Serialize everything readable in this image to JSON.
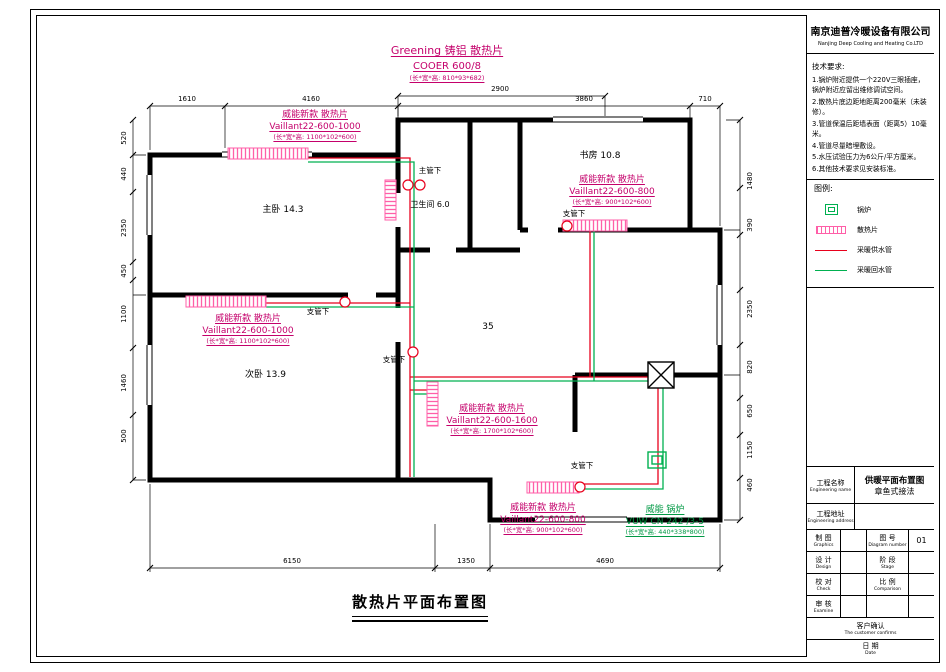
{
  "colors": {
    "radiator_label": "#c4006b",
    "radiator_fill": "#ff5fa8",
    "supply_pipe": "#e8001c",
    "return_pipe": "#00b050",
    "boiler_label": "#009944",
    "wall": "#000000"
  },
  "drawing": {
    "sheet_title": "散热片平面布置图",
    "header": {
      "line1": "Greening 铸铝 散热片",
      "line2": "COOER 600/8",
      "line3": "(长*宽*高: 810*93*682)"
    },
    "rooms": {
      "master": "主卧 14.3",
      "bath": "卫生间 6.0",
      "study": "书房 10.8",
      "second": "次卧 13.9",
      "living": "35"
    },
    "pipe_labels": {
      "main": "主管下",
      "branch_study": "支管下",
      "branch_second": "支管下",
      "branch_mid": "支管下",
      "branch_bottom": "支管下"
    },
    "radiators": [
      {
        "name": "威能新款 散热片",
        "model": "Vaillant22-600-1000",
        "size": "(长*宽*高: 1100*102*600)"
      },
      {
        "name": "威能新款 散热片",
        "model": "Vaillant22-600-800",
        "size": "(长*宽*高: 900*102*600)"
      },
      {
        "name": "威能新款 散热片",
        "model": "Vaillant22-600-1000",
        "size": "(长*宽*高: 1100*102*600)"
      },
      {
        "name": "威能新款 散热片",
        "model": "Vaillant22-600-1600",
        "size": "(长*宽*高: 1700*102*600)"
      },
      {
        "name": "威能新款 散热片",
        "model": "Vaillant22-600-800",
        "size": "(长*宽*高: 900*102*600)"
      }
    ],
    "boiler": {
      "name": "威能 锅炉",
      "model": "VUW CN 242 /3-5",
      "size": "(长*宽*高: 440*338*800)"
    },
    "dims": {
      "top": [
        "1610",
        "4160",
        "2900",
        "3860",
        "710"
      ],
      "bottom": [
        "6150",
        "1350",
        "4690"
      ],
      "left": [
        "520",
        "440",
        "2350",
        "450",
        "1100",
        "1460",
        "500"
      ],
      "right": [
        "1480",
        "390",
        "2350",
        "820",
        "650",
        "1150",
        "460"
      ]
    }
  },
  "panel": {
    "company": {
      "cn": "南京迪普冷暖设备有限公司",
      "en": "Nanjing Deep Cooling and Heating Co.LTD"
    },
    "tech": {
      "title": "技术要求:",
      "items": [
        "1.锅炉附近提供一个220V三眼插座，锅炉附近应留出维修调试空间。",
        "2.散热片底边距地距离200毫米（未装修）。",
        "3.管道保温后距墙表面（距离5）10毫米。",
        "4.管道尽量暗埋敷设。",
        "5.水压试验压力为6公斤/平方厘米。",
        "6.其他技术要求见安装标准。"
      ]
    },
    "legend": {
      "title": "图例:",
      "items": [
        {
          "label": "锅炉",
          "icon": "boiler-icon"
        },
        {
          "label": "散热片",
          "icon": "radiator-icon"
        },
        {
          "label": "采暖供水管",
          "icon": "supply-pipe-icon"
        },
        {
          "label": "采暖回水管",
          "icon": "return-pipe-icon"
        }
      ]
    },
    "title_block": {
      "project_label_cn": "工程名称",
      "project_label_en": "Engineering name",
      "project_value_line1": "供暖平面布置图",
      "project_value_line2": "章鱼式接法",
      "address_label_cn": "工程地址",
      "address_label_en": "Engineering address",
      "rows": [
        {
          "left_cn": "制 图",
          "left_en": "Graphics",
          "right_cn": "图 号",
          "right_en": "Diagram number",
          "right_val": "01"
        },
        {
          "left_cn": "设 计",
          "left_en": "Design",
          "right_cn": "阶 段",
          "right_en": "Stage",
          "right_val": ""
        },
        {
          "left_cn": "校 对",
          "left_en": "Check",
          "right_cn": "比 例",
          "right_en": "Comparison",
          "right_val": ""
        },
        {
          "left_cn": "审 核",
          "left_en": "Examine",
          "right_cn": "",
          "right_en": "",
          "right_val": ""
        }
      ],
      "confirm_cn": "客户确认",
      "confirm_en": "The customer confirms",
      "date_cn": "日 期",
      "date_en": "Date"
    }
  }
}
